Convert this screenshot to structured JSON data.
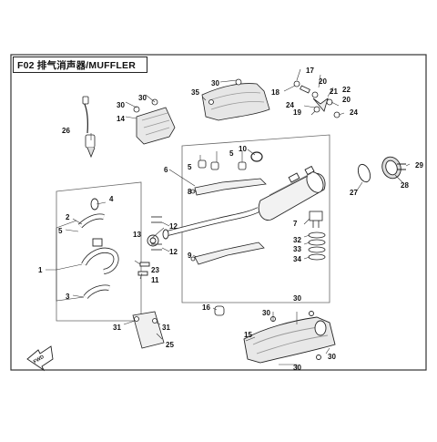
{
  "diagram": {
    "title": "F02 排气消声器/MUFFLER",
    "fwd_label": "FWD",
    "callouts": [
      {
        "id": "c1",
        "label": "1"
      },
      {
        "id": "c2",
        "label": "2"
      },
      {
        "id": "c3",
        "label": "3"
      },
      {
        "id": "c4",
        "label": "4"
      },
      {
        "id": "c5a",
        "label": "5"
      },
      {
        "id": "c5b",
        "label": "5"
      },
      {
        "id": "c5c",
        "label": "5"
      },
      {
        "id": "c6",
        "label": "6"
      },
      {
        "id": "c7",
        "label": "7"
      },
      {
        "id": "c8",
        "label": "8"
      },
      {
        "id": "c9",
        "label": "9"
      },
      {
        "id": "c10",
        "label": "10"
      },
      {
        "id": "c11",
        "label": "11"
      },
      {
        "id": "c12a",
        "label": "12"
      },
      {
        "id": "c12b",
        "label": "12"
      },
      {
        "id": "c13",
        "label": "13"
      },
      {
        "id": "c14",
        "label": "14"
      },
      {
        "id": "c15",
        "label": "15"
      },
      {
        "id": "c16",
        "label": "16"
      },
      {
        "id": "c17",
        "label": "17"
      },
      {
        "id": "c18",
        "label": "18"
      },
      {
        "id": "c19",
        "label": "19"
      },
      {
        "id": "c20a",
        "label": "20"
      },
      {
        "id": "c20b",
        "label": "20"
      },
      {
        "id": "c21",
        "label": "21"
      },
      {
        "id": "c22",
        "label": "22"
      },
      {
        "id": "c23",
        "label": "23"
      },
      {
        "id": "c24a",
        "label": "24"
      },
      {
        "id": "c24b",
        "label": "24"
      },
      {
        "id": "c25",
        "label": "25"
      },
      {
        "id": "c26",
        "label": "26"
      },
      {
        "id": "c27",
        "label": "27"
      },
      {
        "id": "c28",
        "label": "28"
      },
      {
        "id": "c29",
        "label": "29"
      },
      {
        "id": "c30a",
        "label": "30"
      },
      {
        "id": "c30b",
        "label": "30"
      },
      {
        "id": "c30c",
        "label": "30"
      },
      {
        "id": "c30d",
        "label": "30"
      },
      {
        "id": "c30e",
        "label": "30"
      },
      {
        "id": "c30f",
        "label": "30"
      },
      {
        "id": "c30g",
        "label": "30"
      },
      {
        "id": "c31a",
        "label": "31"
      },
      {
        "id": "c31b",
        "label": "31"
      },
      {
        "id": "c32",
        "label": "32"
      },
      {
        "id": "c33",
        "label": "33"
      },
      {
        "id": "c34",
        "label": "34"
      }
    ]
  }
}
